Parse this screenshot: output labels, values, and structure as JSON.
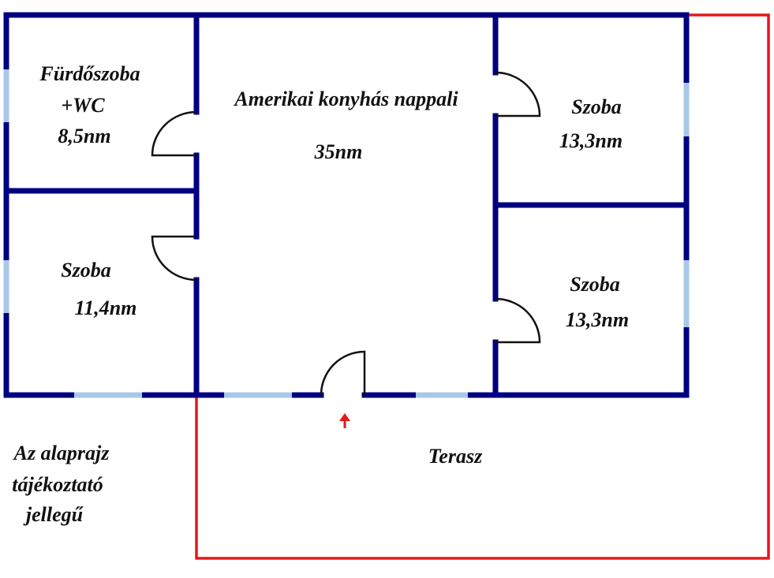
{
  "rooms": {
    "bathroom": {
      "name_line1": "Fürdőszoba",
      "name_line2": "+WC",
      "area": "8,5nm"
    },
    "living": {
      "name": "Amerikai konyhás nappali",
      "area": "35nm"
    },
    "room_left": {
      "name": "Szoba",
      "area": "11,4nm"
    },
    "room_right_top": {
      "name": "Szoba",
      "area": "13,3nm"
    },
    "room_right_bottom": {
      "name": "Szoba",
      "area": "13,3nm"
    },
    "terrace": {
      "name": "Terasz"
    }
  },
  "note": {
    "line1": "Az alaprajz",
    "line2": "tájékoztató",
    "line3": "jellegű"
  },
  "colors": {
    "wall": "#000080",
    "window": "#a9c8e8",
    "terrace": "#e41818",
    "entrance_arrow": "#e41818"
  }
}
